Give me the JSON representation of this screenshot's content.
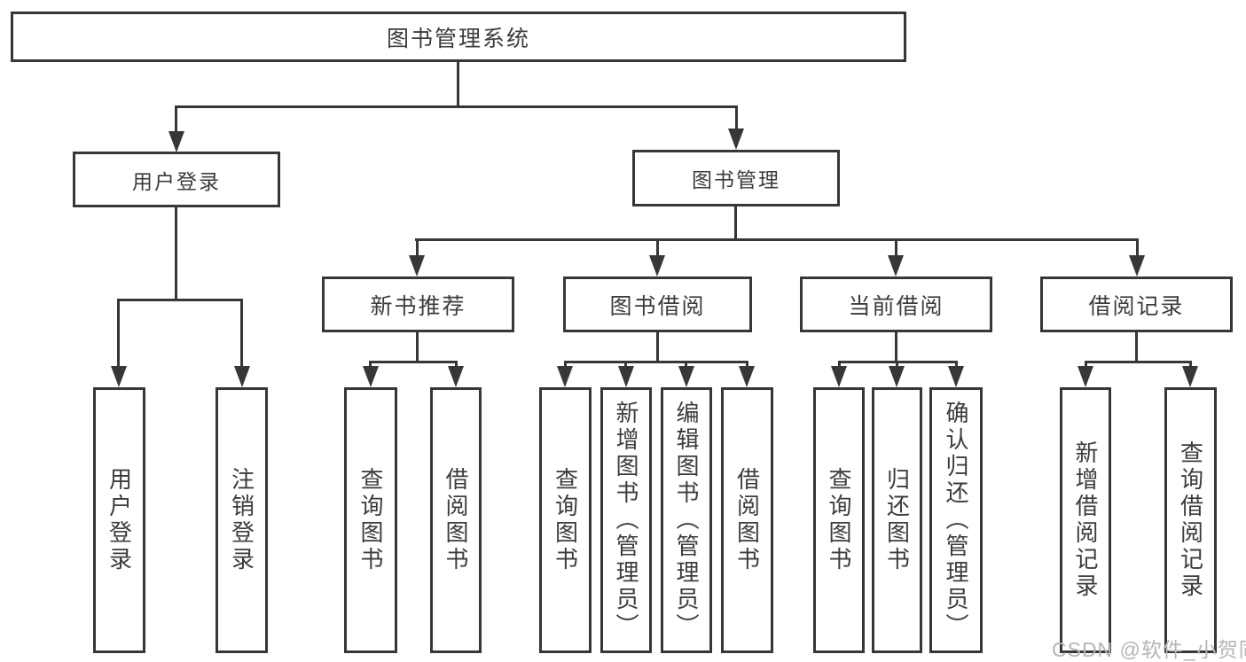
{
  "diagram": {
    "root": {
      "label": "图书管理系统"
    },
    "level2": [
      {
        "label": "用户登录"
      },
      {
        "label": "图书管理"
      }
    ],
    "level3": [
      {
        "label": "新书推荐"
      },
      {
        "label": "图书借阅"
      },
      {
        "label": "当前借阅"
      },
      {
        "label": "借阅记录"
      }
    ],
    "leaves": [
      {
        "label": "用户登录"
      },
      {
        "label": "注销登录"
      },
      {
        "label": "查询图书"
      },
      {
        "label": "借阅图书"
      },
      {
        "label": "查询图书"
      },
      {
        "label": "新增图书（管理员）"
      },
      {
        "label": "编辑图书（管理员）"
      },
      {
        "label": "借阅图书"
      },
      {
        "label": "查询图书"
      },
      {
        "label": "归还图书"
      },
      {
        "label": "确认归还（管理员）"
      },
      {
        "label": "新增借阅记录"
      },
      {
        "label": "查询借阅记录"
      }
    ]
  },
  "watermark": {
    "text": "CSDN @软件_小贺同学"
  },
  "colors": {
    "line": "#373737",
    "text": "#3c3c3c",
    "background": "#ffffff",
    "watermark": "#b7b5b5"
  }
}
